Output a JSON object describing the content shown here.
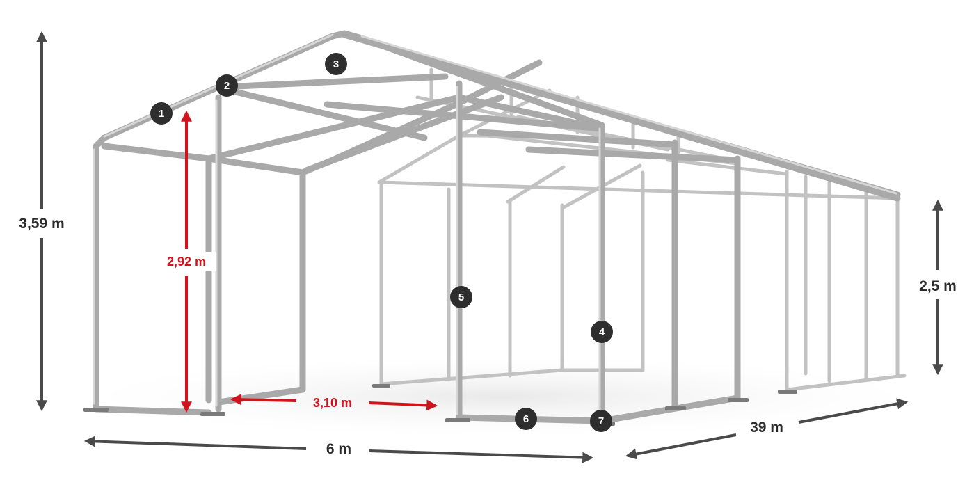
{
  "dimensions": {
    "total_height": "3,59 m",
    "side_height": "2,5 m",
    "ridge_inner_height": "2,92 m",
    "width": "6 m",
    "length": "39 m",
    "door_width": "3,10 m"
  },
  "badges": [
    "1",
    "2",
    "3",
    "4",
    "5",
    "6",
    "7"
  ],
  "colors": {
    "frame": "#a9a9a9",
    "frame_dark": "#8a8a8a",
    "arrow": "#4a4a4a",
    "red_arrow": "#d0141d",
    "badge_fill": "#2e2e2e",
    "badge_text": "#ffffff"
  }
}
